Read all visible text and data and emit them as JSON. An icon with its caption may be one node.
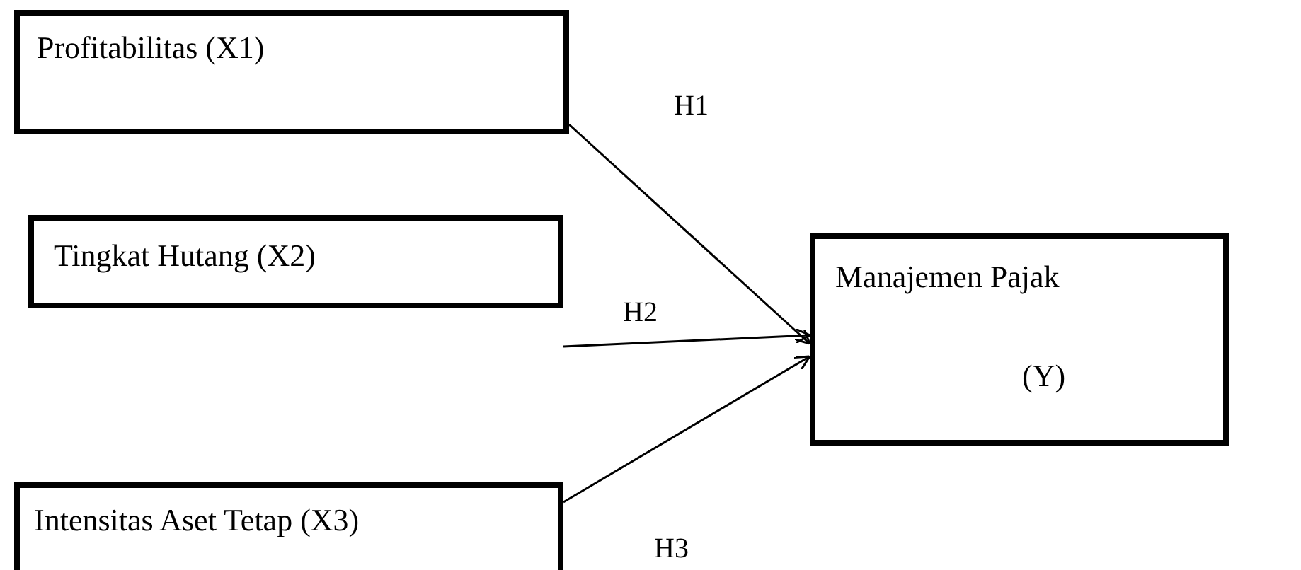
{
  "diagram": {
    "nodes": [
      {
        "text": [
          "Profitabilitas (X1)"
        ]
      },
      {
        "text": [
          "Tingkat Hutang (X2)"
        ]
      },
      {
        "text": [
          "Intensitas Aset Tetap (X3)"
        ]
      },
      {
        "text": [
          "Manajemen Pajak",
          "(Y)"
        ]
      }
    ],
    "edges": [
      {
        "from": 0,
        "to": 3,
        "arrow": "to",
        "label": "H1"
      },
      {
        "from": 1,
        "to": 3,
        "arrow": "to",
        "label": "H2"
      },
      {
        "from": 2,
        "to": 3,
        "arrow": "to",
        "label": "H3"
      }
    ]
  }
}
